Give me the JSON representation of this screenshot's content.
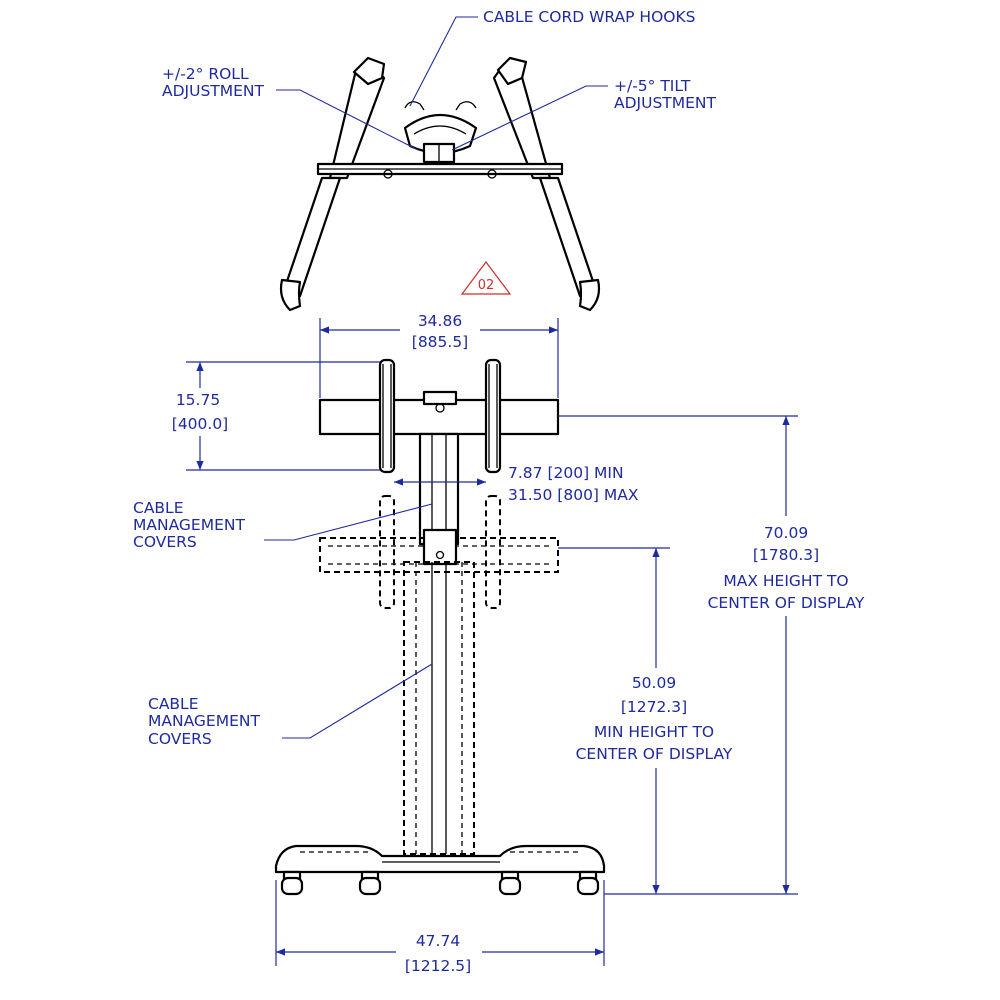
{
  "labels": {
    "cable_cord_wrap_hooks": "CABLE CORD WRAP HOOKS",
    "roll_adjustment_line1": "+/-2° ROLL",
    "roll_adjustment_line2": "ADJUSTMENT",
    "tilt_adjustment_line1": "+/-5° TILT",
    "tilt_adjustment_line2": "ADJUSTMENT",
    "revision_tag": "02",
    "cable_covers_upper_line1": "CABLE",
    "cable_covers_upper_line2": "MANAGEMENT",
    "cable_covers_upper_line3": "COVERS",
    "cable_covers_lower_line1": "CABLE",
    "cable_covers_lower_line2": "MANAGEMENT",
    "cable_covers_lower_line3": "COVERS"
  },
  "dimensions": {
    "top_width_in": "34.86",
    "top_width_mm": "[885.5]",
    "bracket_height_in": "15.75",
    "bracket_height_mm": "[400.0]",
    "spread_min": "7.87 [200] MIN",
    "spread_max": "31.50 [800] MAX",
    "max_height_in": "70.09",
    "max_height_mm": "[1780.3]",
    "max_height_caption_line1": "MAX HEIGHT TO",
    "max_height_caption_line2": "CENTER OF DISPLAY",
    "min_height_in": "50.09",
    "min_height_mm": "[1272.3]",
    "min_height_caption_line1": "MIN HEIGHT TO",
    "min_height_caption_line2": "CENTER OF DISPLAY",
    "base_width_in": "47.74",
    "base_width_mm": "[1212.5]"
  },
  "colors": {
    "annotation": "#1f2a9e",
    "outline": "#000000",
    "revision": "#d42a2a"
  }
}
